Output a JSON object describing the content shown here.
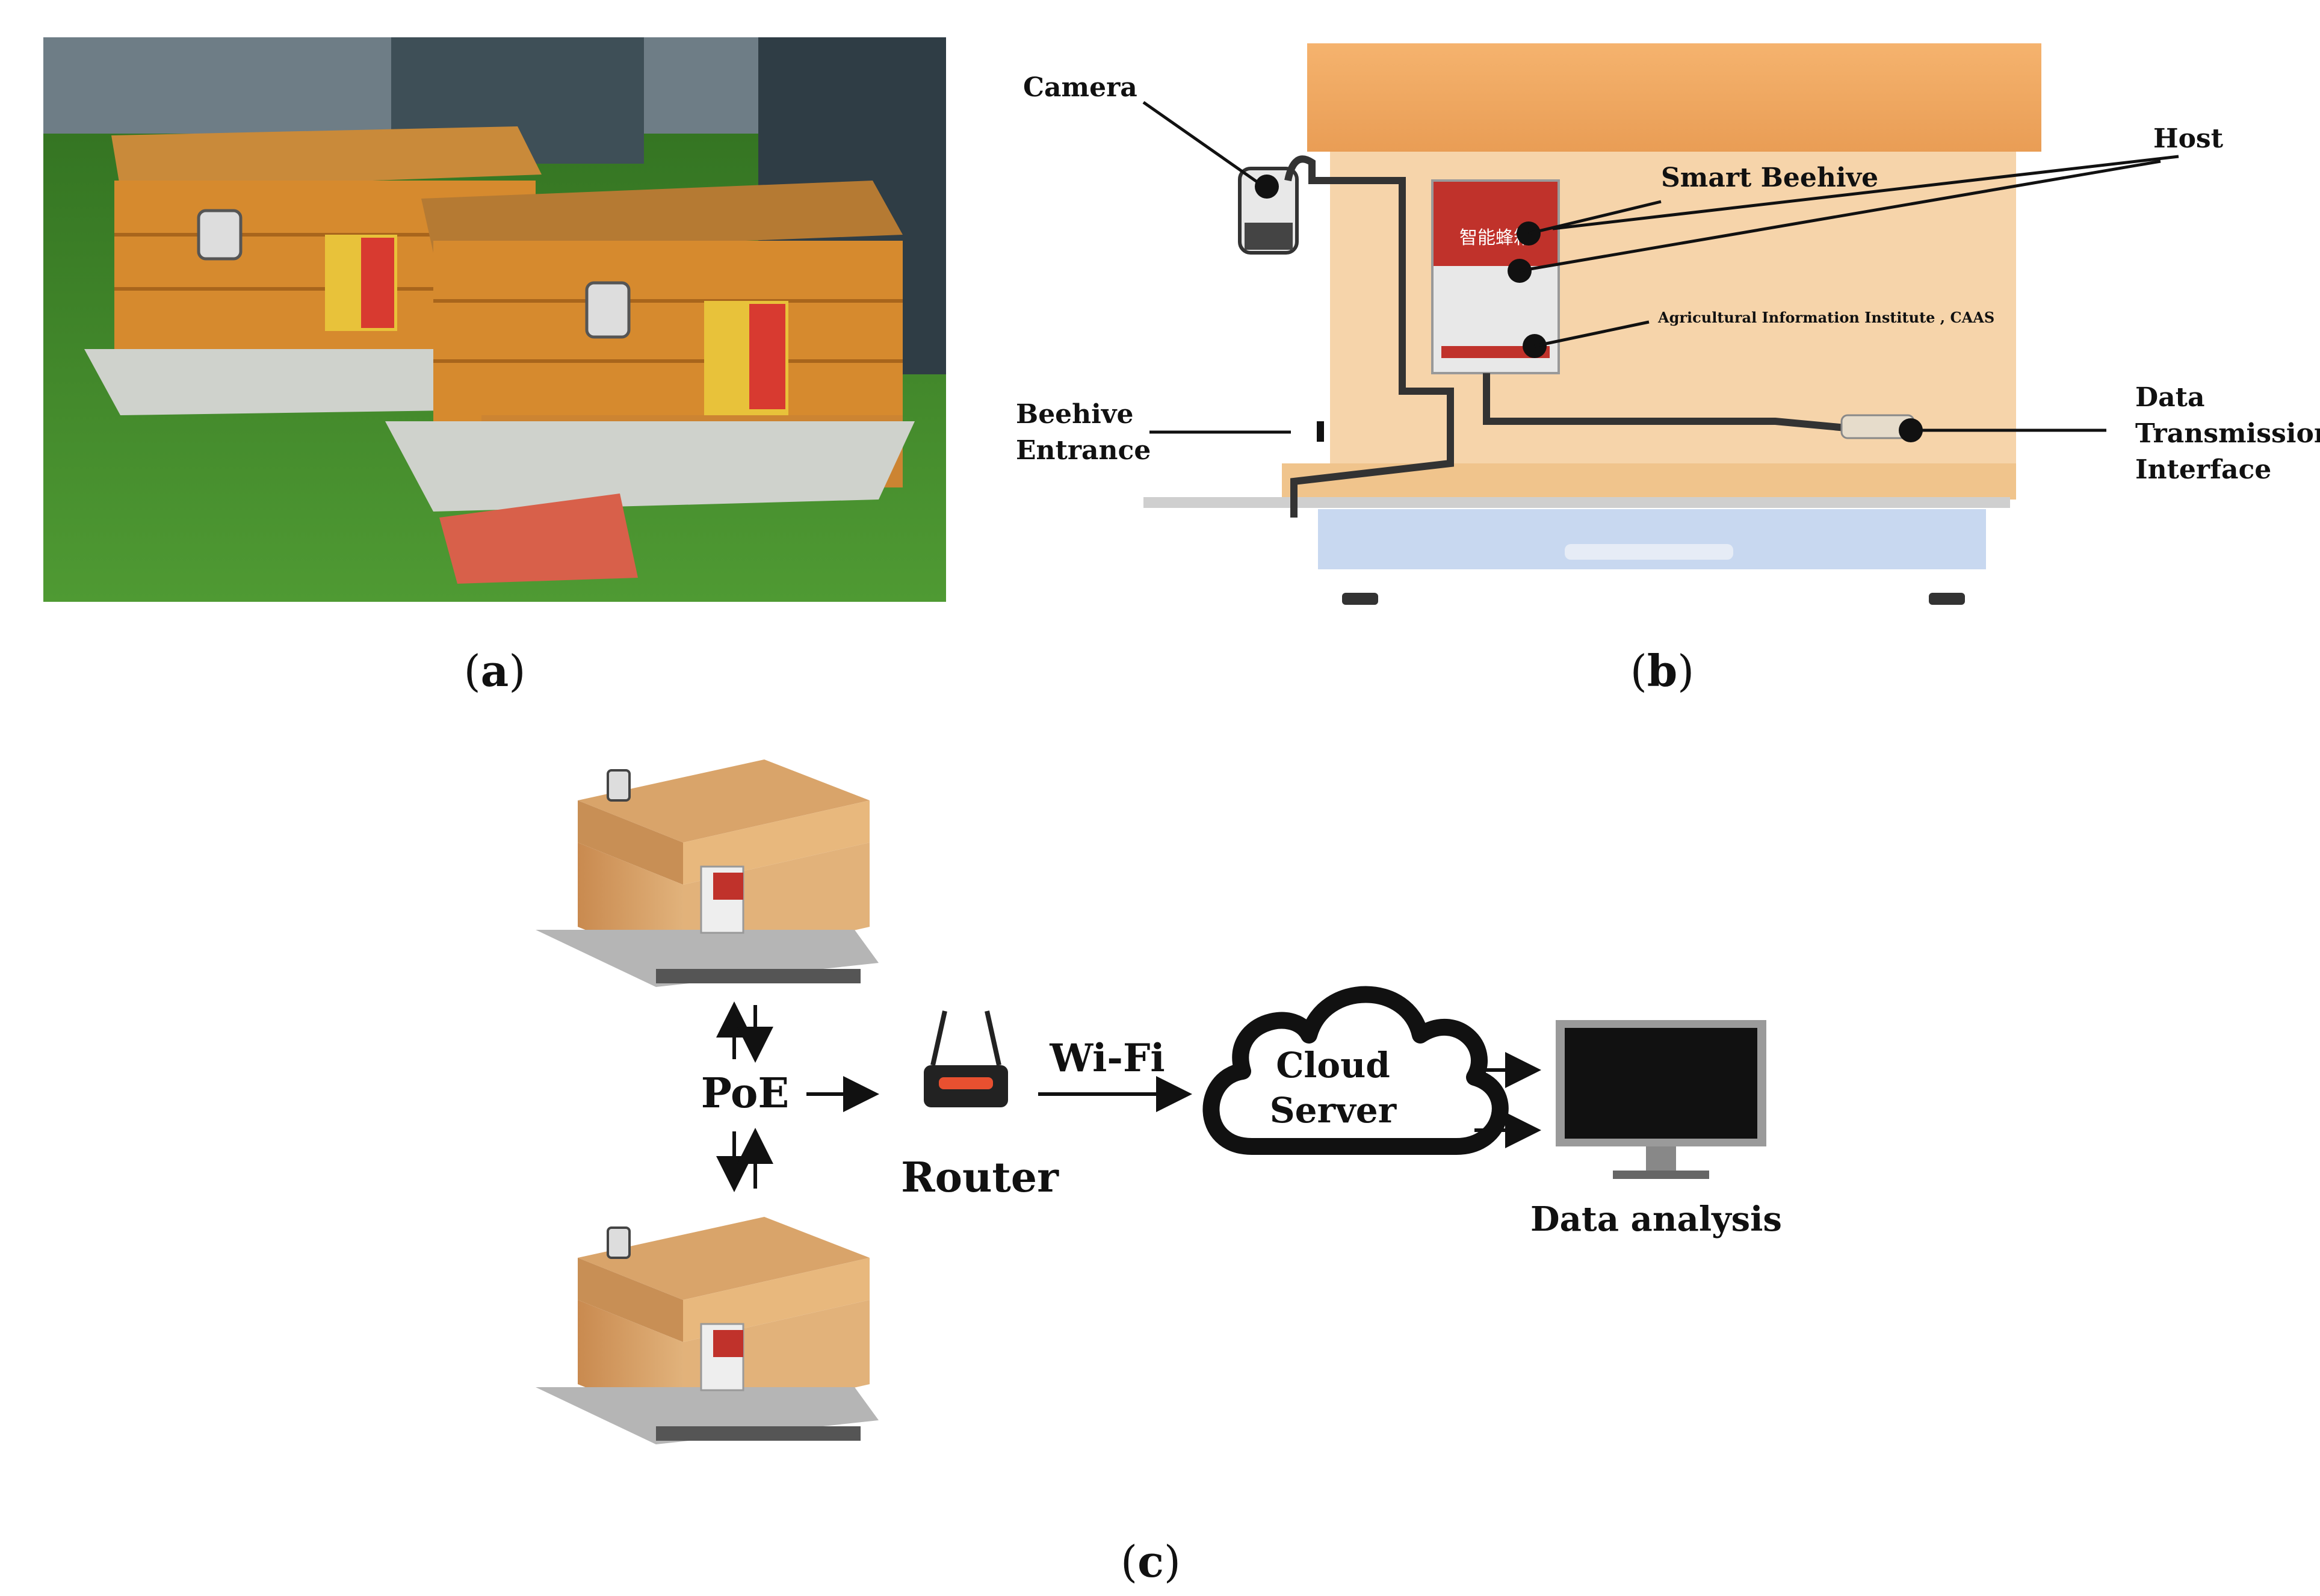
{
  "panels": {
    "a": {
      "caption_letter": "a"
    },
    "b": {
      "caption_letter": "b",
      "labels": {
        "camera": "Camera",
        "host": "Host",
        "smart_beehive": "Smart Beehive",
        "institute": "Agricultural Information Institute , CAAS",
        "beehive_entrance_line1": "Beehive",
        "beehive_entrance_line2": "Entrance",
        "data_line1": "Data",
        "data_line2": "Transmission",
        "data_line3": "Interface",
        "host_panel_text": "智能蜂箱"
      }
    },
    "c": {
      "caption_letter": "c",
      "labels": {
        "poe": "PoE",
        "wifi": "Wi-Fi",
        "router": "Router",
        "cloud_line1": "Cloud",
        "cloud_line2": "Server",
        "data_analysis": "Data analysis"
      }
    }
  },
  "colors": {
    "wood": "#d68a2e",
    "wood_light": "#f4cfa3",
    "lid": "#f0a860",
    "grass": "#3f8a2a",
    "host_red": "#c0322b",
    "scale_blue": "#c8d8f0"
  }
}
